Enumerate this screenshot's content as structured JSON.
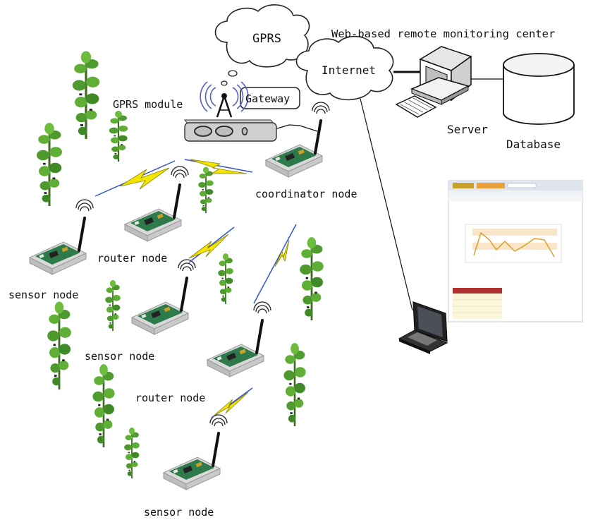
{
  "labels": {
    "gprs_cloud": "GPRS",
    "internet_cloud": "Internet",
    "center_title": "Web-based remote monitoring center",
    "gprs_module": "GPRS module",
    "gateway": "Gateway",
    "server": "Server",
    "database": "Database",
    "coordinator_node": "coordinator node",
    "router_node_1": "router node",
    "router_node_2": "router node",
    "sensor_node_1": "sensor node",
    "sensor_node_2": "sensor node",
    "sensor_node_3": "sensor node"
  },
  "colors": {
    "cloud_stroke": "#222222",
    "wireless_bolt": "#f2e600",
    "wireless_trail": "#3355cc",
    "plant_green": "#4f9a2e",
    "plant_dark": "#2f6b1a",
    "board_green": "#2f7a4a",
    "enclosure": "#d8d8d8",
    "screen_red_bar": "#b03030"
  },
  "icons": {
    "gateway_antenna": "radio-tower-icon",
    "node_antenna": "antenna-icon",
    "server": "desktop-computer-icon",
    "database": "database-cylinder-icon",
    "laptop": "laptop-icon",
    "plants": "plant-icon"
  }
}
